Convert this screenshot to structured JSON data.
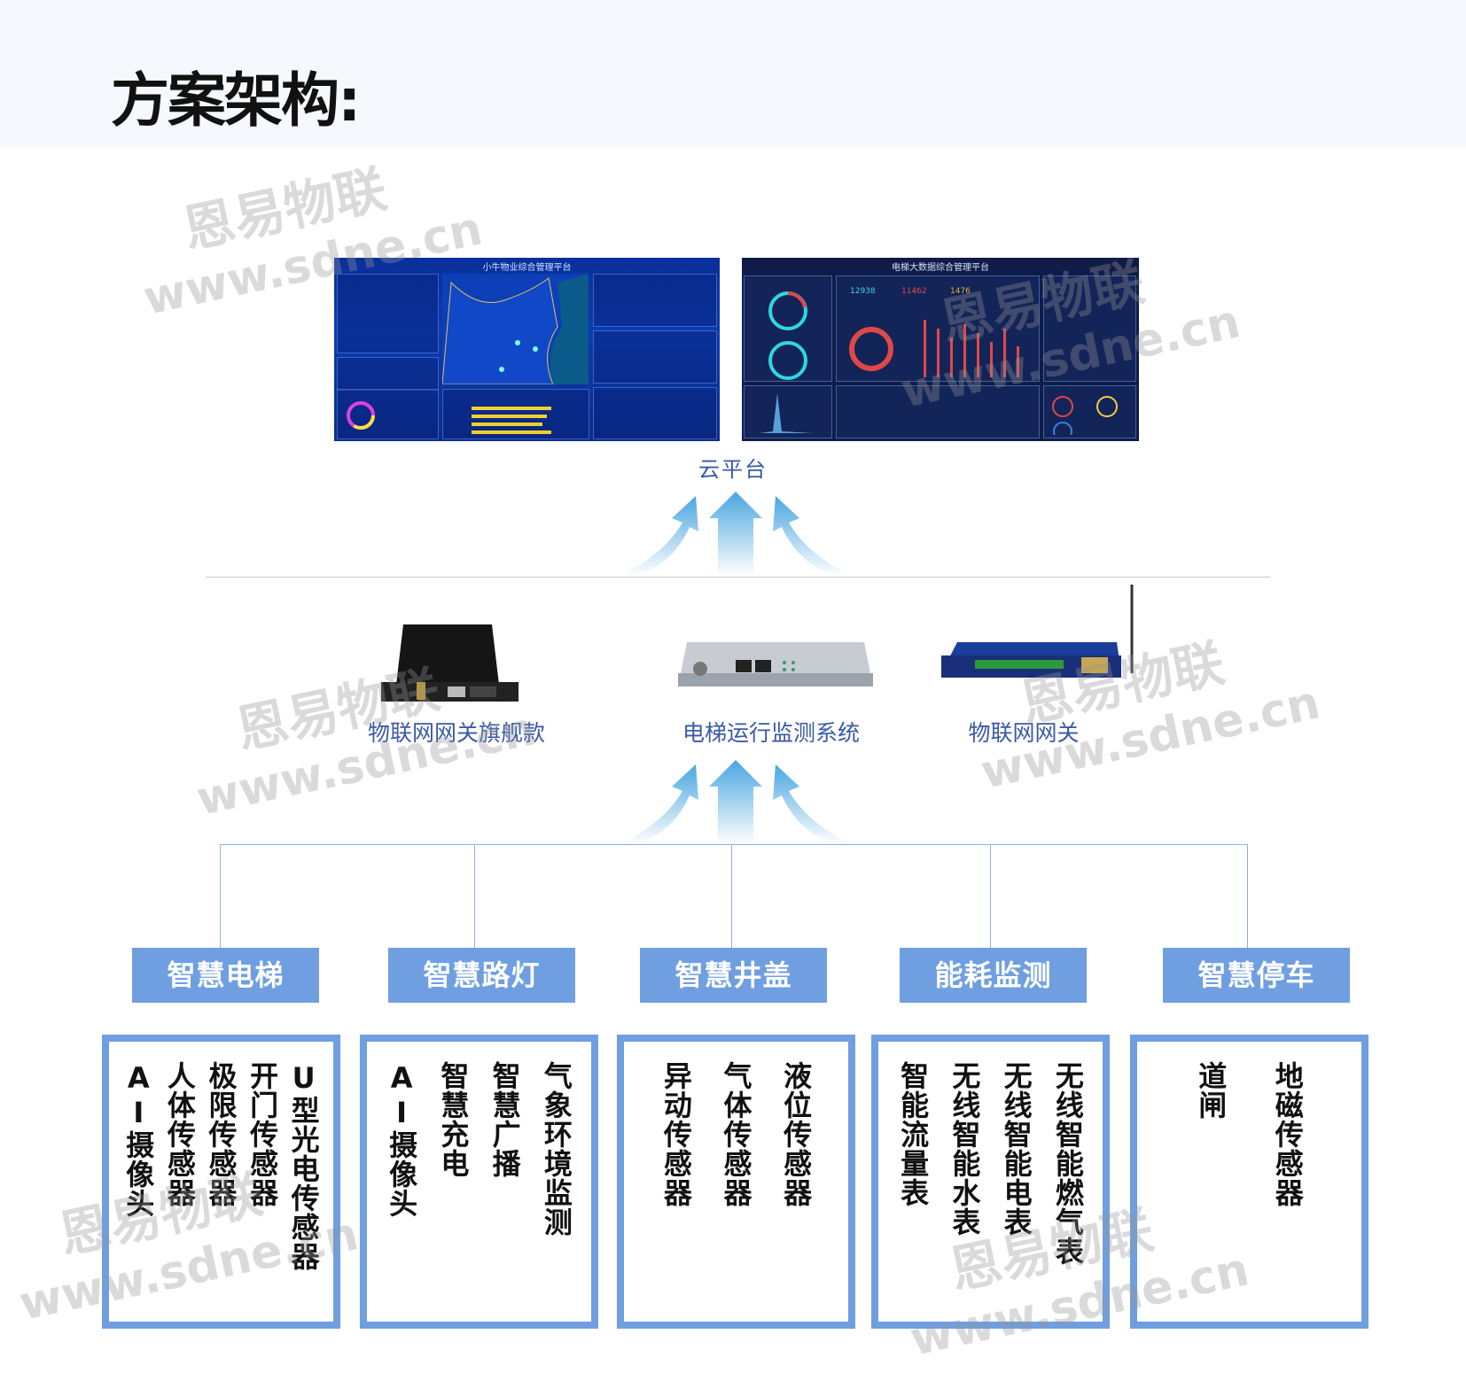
{
  "header": {
    "title": "方案架构:"
  },
  "cloud": {
    "label": "云平台",
    "dashboards": [
      {
        "title": "小牛物业综合管理平台"
      },
      {
        "title": "电梯大数据综合管理平台",
        "stats": [
          "12938",
          "11462",
          "1476"
        ]
      }
    ]
  },
  "devices": [
    {
      "label": "物联网网关旗舰款"
    },
    {
      "label": "电梯运行监测系统"
    },
    {
      "label": "物联网网关"
    }
  ],
  "categories": [
    {
      "label": "智慧电梯",
      "items": [
        "AI摄像头",
        "人体传感器",
        "极限传感器",
        "开门传感器",
        "U型光电传感器"
      ]
    },
    {
      "label": "智慧路灯",
      "items": [
        "AI摄像头",
        "智慧充电",
        "智慧广播",
        "气象环境监测"
      ]
    },
    {
      "label": "智慧井盖",
      "items": [
        "异动传感器",
        "气体传感器",
        "液位传感器"
      ]
    },
    {
      "label": "能耗监测",
      "items": [
        "智能流量表",
        "无线智能水表",
        "无线智能电表",
        "无线智能燃气表"
      ]
    },
    {
      "label": "智慧停车",
      "items": [
        "道闸",
        "地磁传感器"
      ]
    }
  ],
  "watermark": {
    "name": "恩易物联",
    "url": "www.sdne.cn"
  },
  "colors": {
    "accent": "#6f9fe0",
    "caption": "#3a5aa6",
    "header_bg": "#f5f9fe"
  }
}
